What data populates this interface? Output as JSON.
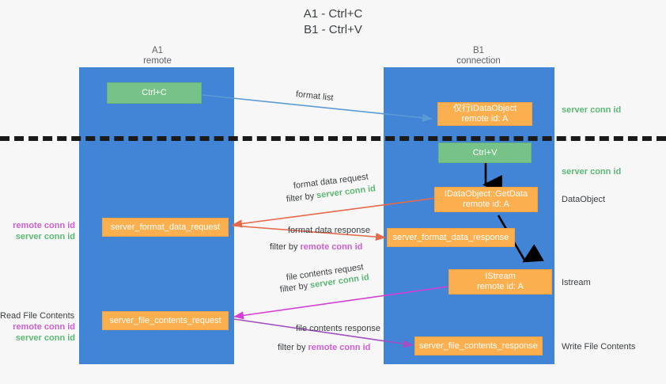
{
  "title": {
    "line1": "A1 - Ctrl+C",
    "line2": "B1 - Ctrl+V"
  },
  "columns": [
    {
      "name": "A1",
      "role": "remote"
    },
    {
      "name": "B1",
      "role": "connection"
    }
  ],
  "colors": {
    "lane": "#4285d6",
    "green_box": "#76c289",
    "orange_box": "#fbaf4e",
    "server_conn_id": "#5cb874",
    "remote_conn_id": "#cc5fd0",
    "arrow_blue": "#5b9bd5",
    "arrow_red": "#e8684a",
    "arrow_magenta": "#d63fd6",
    "arrow_purple": "#a24fc4",
    "arrow_black": "#000000",
    "dashed_line": "#1a1a1a"
  },
  "boxes": {
    "ctrl_c": {
      "line1": "Ctrl+C",
      "line2": ""
    },
    "idataobject_top": {
      "line1": "仅行IDataObject",
      "line2": "remote id: A"
    },
    "ctrl_v": {
      "line1": "Ctrl+V",
      "line2": ""
    },
    "getdata": {
      "line1": "IDataObject::GetData",
      "line2": "remote id: A"
    },
    "server_format_data_request": {
      "line1": "server_format_data_request",
      "line2": ""
    },
    "server_format_data_response": {
      "line1": "server_format_data_response",
      "line2": ""
    },
    "istream": {
      "line1": "IStream",
      "line2": "remote id: A"
    },
    "server_file_contents_request": {
      "line1": "server_file_contents_request",
      "line2": ""
    },
    "server_file_contents_response": {
      "line1": "server_file_contents_response",
      "line2": ""
    }
  },
  "edge_labels": {
    "format_list": "format list",
    "format_data_request": "format data request",
    "format_data_request_filter_prefix": "filter by ",
    "format_data_request_filter_key": "server conn id",
    "format_data_response": "format data response",
    "format_data_response_filter_prefix": "filter by ",
    "format_data_response_filter_key": "remote conn id",
    "file_contents_request": "file contents request",
    "file_contents_request_filter_prefix": "filter by ",
    "file_contents_request_filter_key": "server conn id",
    "file_contents_response": "file contents response",
    "file_contents_response_filter_prefix": "filter by ",
    "file_contents_response_filter_key": "remote conn id"
  },
  "right_labels": {
    "server_conn_id_top": "server conn id",
    "server_conn_id_mid": "server conn id",
    "dataobject": "DataObject",
    "istream": "Istream",
    "write_file_contents": "Write File Contents"
  },
  "left_labels": {
    "mid_remote": "remote conn id",
    "mid_server": "server conn id",
    "read_file_contents": "Read File Contents",
    "bottom_remote": "remote conn id",
    "bottom_server": "server conn id"
  }
}
